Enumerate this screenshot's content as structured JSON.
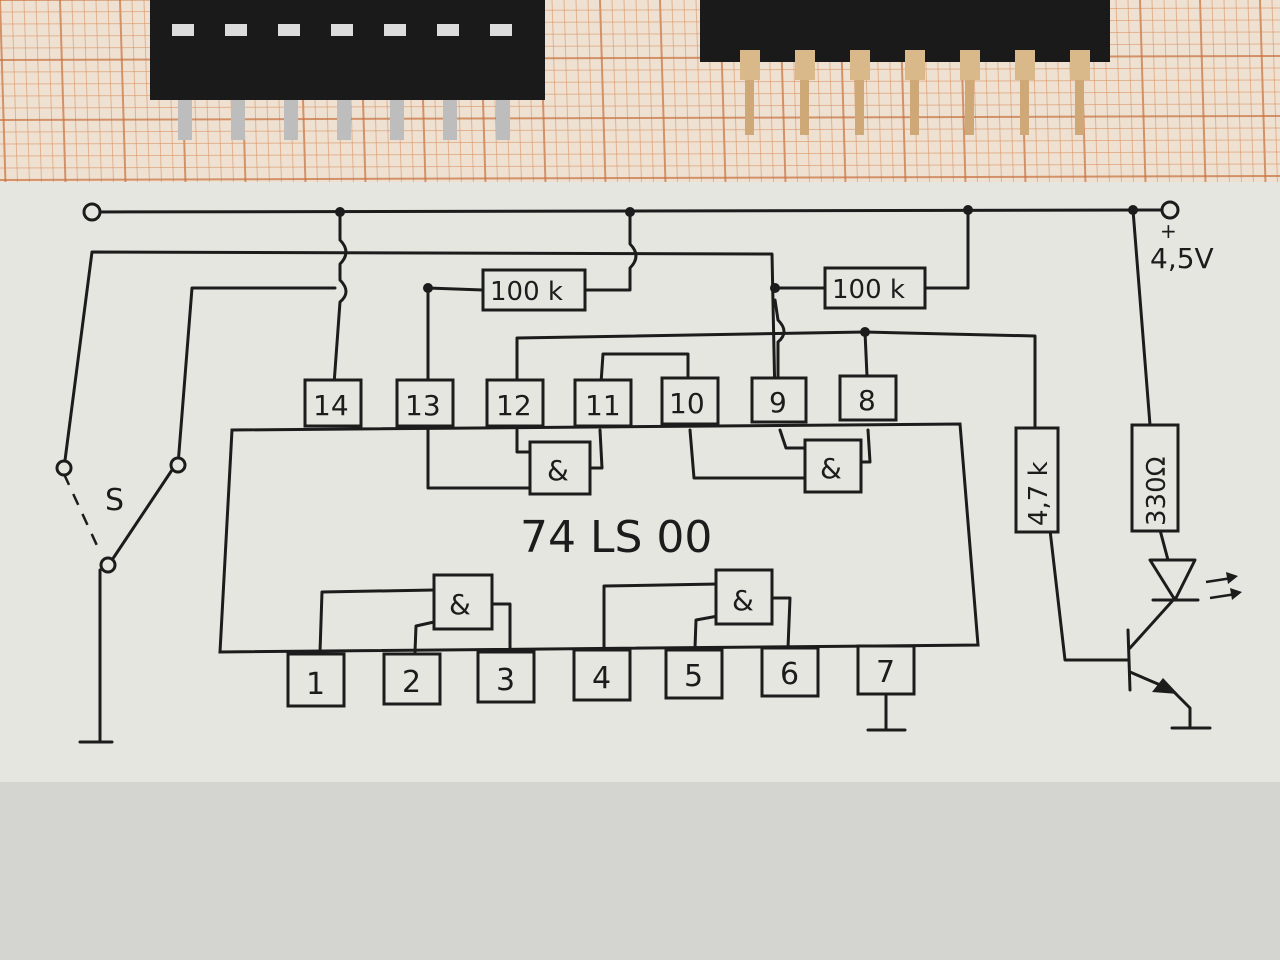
{
  "diagram": {
    "chip_label": "74 LS 00",
    "supply_label": "4,5V",
    "supply_sign": "+",
    "switch_label": "S",
    "resistor_r1": "100 k",
    "resistor_r2": "100 k",
    "resistor_base": "4,7 k",
    "resistor_led": "330Ω",
    "gate_symbol": "&",
    "pins_top": [
      "14",
      "13",
      "12",
      "11",
      "10",
      "9",
      "8"
    ],
    "pins_bottom": [
      "1",
      "2",
      "3",
      "4",
      "5",
      "6",
      "7"
    ]
  },
  "colors": {
    "paper": "#e6e6e1",
    "ink": "#1c1c1c",
    "grid": "#d98c5a",
    "chip_body": "#1a1a1a"
  }
}
